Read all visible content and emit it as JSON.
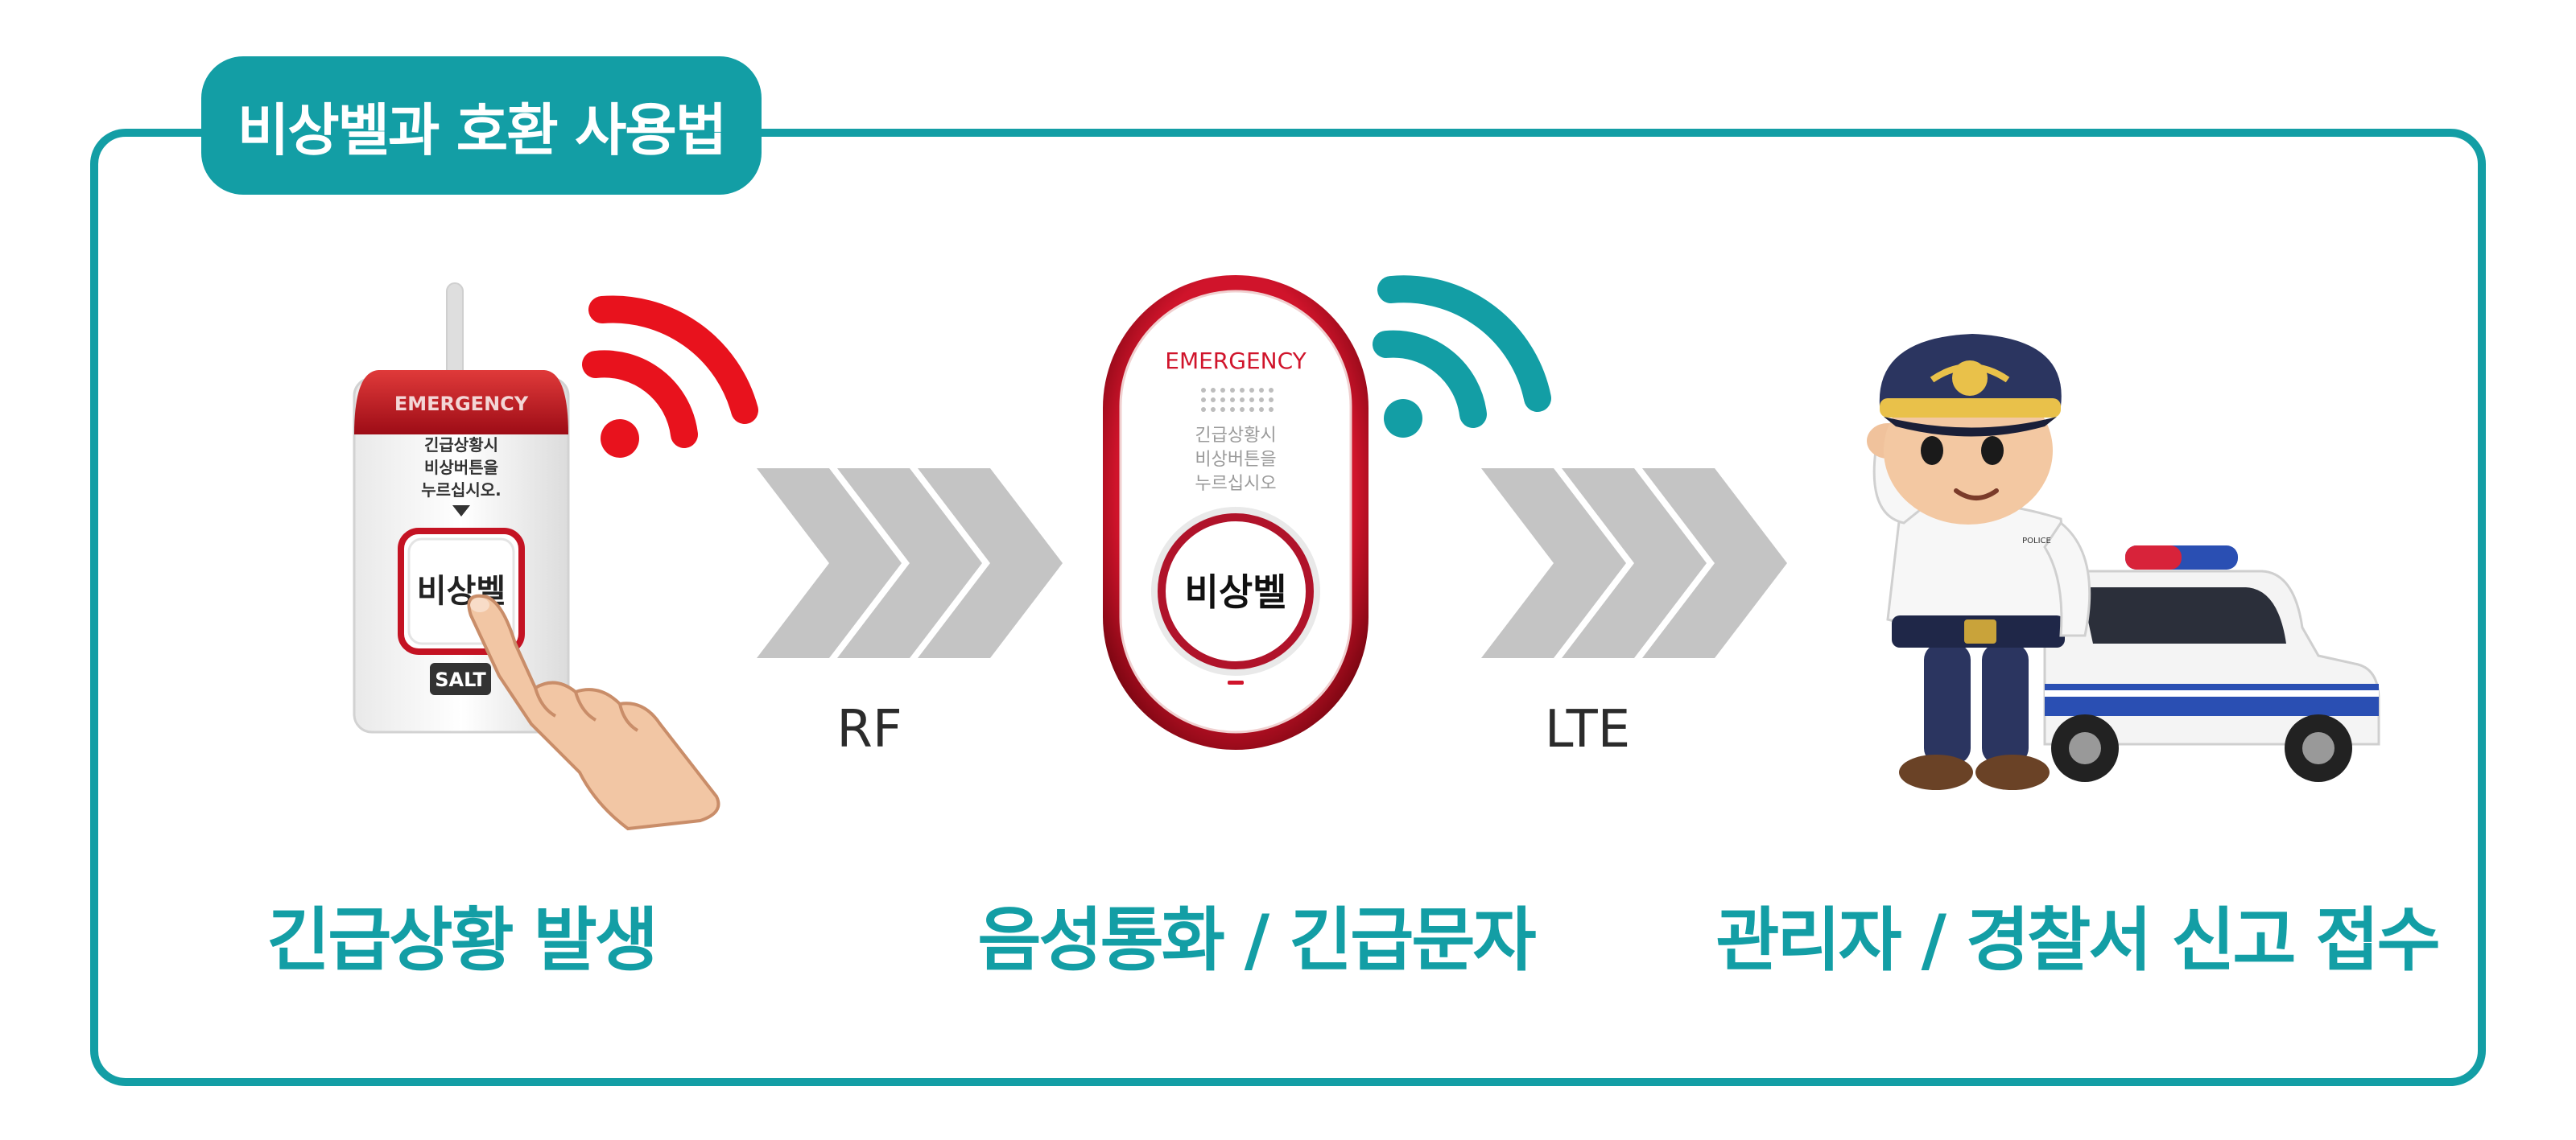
{
  "title": "비상벨과 호환 사용법",
  "links": [
    {
      "label": "RF"
    },
    {
      "label": "LTE"
    }
  ],
  "steps": [
    {
      "label": "긴급상황 발생"
    },
    {
      "label": "음성통화 / 긴급문자"
    },
    {
      "label": "관리자 / 경찰서 신고 접수"
    }
  ],
  "device1": {
    "header": "EMERGENCY",
    "instructions": [
      "긴급상황시",
      "비상버튼을",
      "누르십시오."
    ],
    "button": "비상벨",
    "brand": "SALT"
  },
  "device2": {
    "header": "EMERGENCY",
    "instructions": [
      "긴급상황시",
      "비상버튼을",
      "누르십시오"
    ],
    "button": "비상벨"
  },
  "police": {
    "badge": "POLICE"
  },
  "colors": {
    "accent": "#139ea5",
    "signal_rf": "#e8121d",
    "signal_lte": "#139ea5",
    "chevron": "#c4c4c4",
    "device_red": "#c41323"
  },
  "icons": [
    "emergency-bell-device",
    "pointing-finger",
    "wifi-signal",
    "chevron-arrows",
    "police-officer",
    "police-car"
  ]
}
